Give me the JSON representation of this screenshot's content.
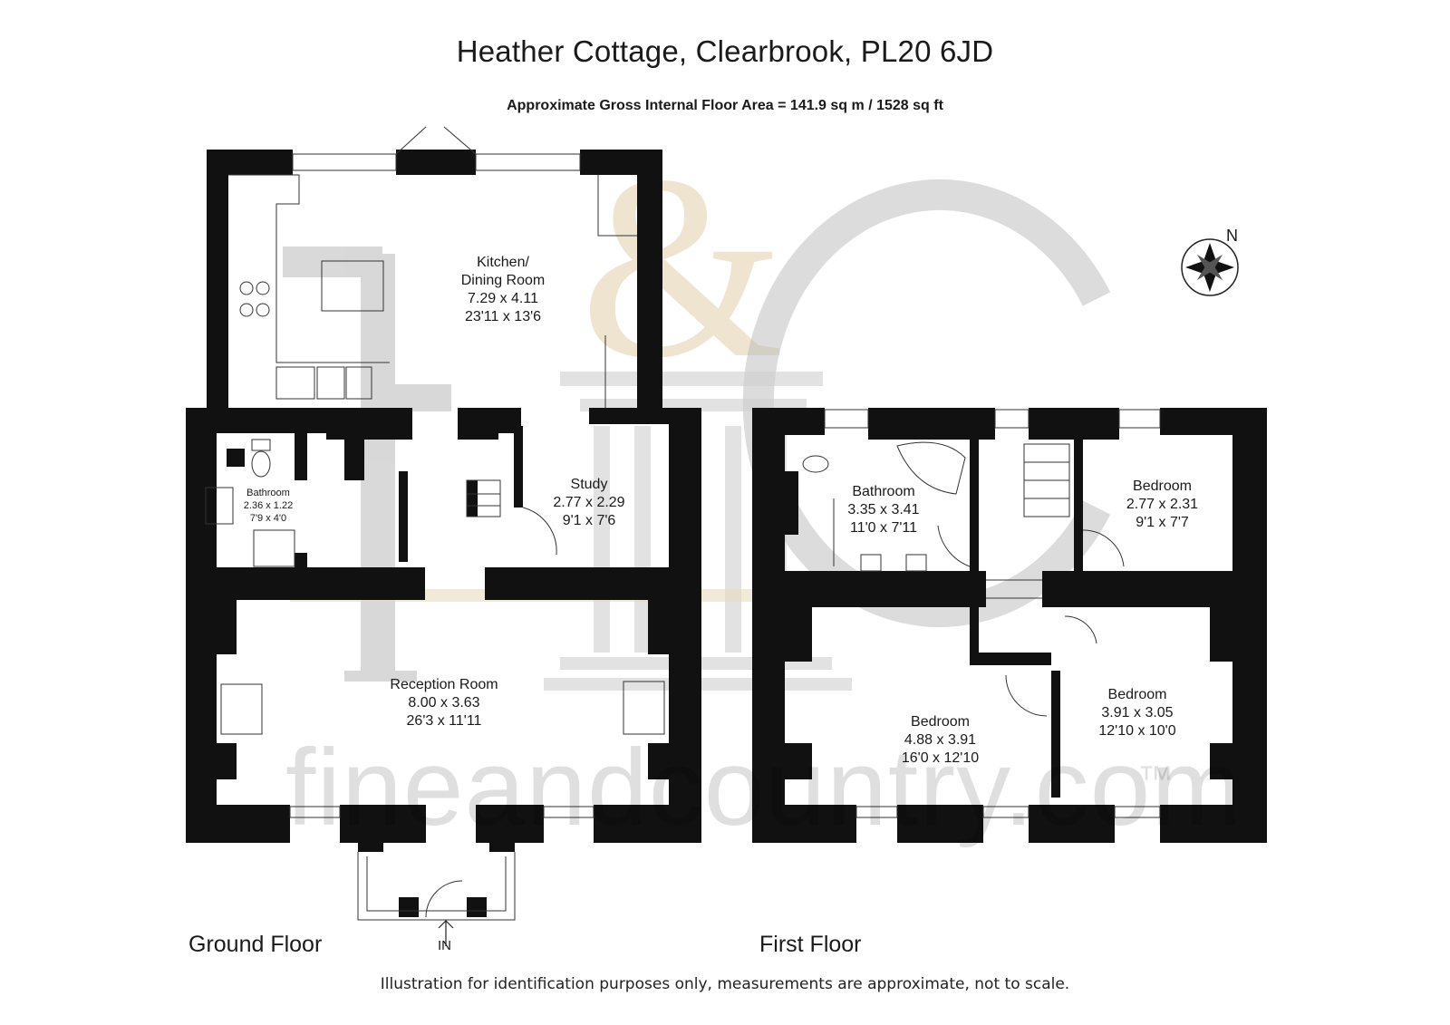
{
  "title": "Heather Cottage, Clearbrook, PL20 6JD",
  "area": "Approximate Gross Internal Floor Area  = 141.9 sq m / 1528 sq ft",
  "footer": "Illustration for identification purposes only, measurements are approximate, not to scale.",
  "floors": {
    "ground": {
      "label": "Ground Floor",
      "entrance": "IN",
      "rooms": {
        "kitchen": {
          "name1": "Kitchen/",
          "name2": "Dining Room",
          "metric": "7.29 x 4.11",
          "imperial": "23'11 x 13'6"
        },
        "bathroom": {
          "name": "Bathroom",
          "metric": "2.36 x 1.22",
          "imperial": "7'9 x 4'0"
        },
        "study": {
          "name": "Study",
          "metric": "2.77 x 2.29",
          "imperial": "9'1 x 7'6"
        },
        "reception": {
          "name": "Reception Room",
          "metric": "8.00 x 3.63",
          "imperial": "26'3 x 11'11"
        }
      }
    },
    "first": {
      "label": "First Floor",
      "rooms": {
        "bathroom": {
          "name": "Bathroom",
          "metric": "3.35 x 3.41",
          "imperial": "11'0 x 7'11"
        },
        "bedroom_ne": {
          "name": "Bedroom",
          "metric": "2.77 x 2.31",
          "imperial": "9'1 x 7'7"
        },
        "bedroom_sw": {
          "name": "Bedroom",
          "metric": "4.88 x 3.91",
          "imperial": "16'0 x 12'10"
        },
        "bedroom_se": {
          "name": "Bedroom",
          "metric": "3.91 x 3.05",
          "imperial": "12'10 x 10'0"
        }
      }
    }
  },
  "compass": {
    "label": "N"
  },
  "watermark": {
    "text": "fineandcountry.com",
    "tm": "™"
  },
  "colors": {
    "wall": "#111111",
    "watermark_grey": "#b9b9b9",
    "watermark_gold": "#e9dcc0"
  }
}
